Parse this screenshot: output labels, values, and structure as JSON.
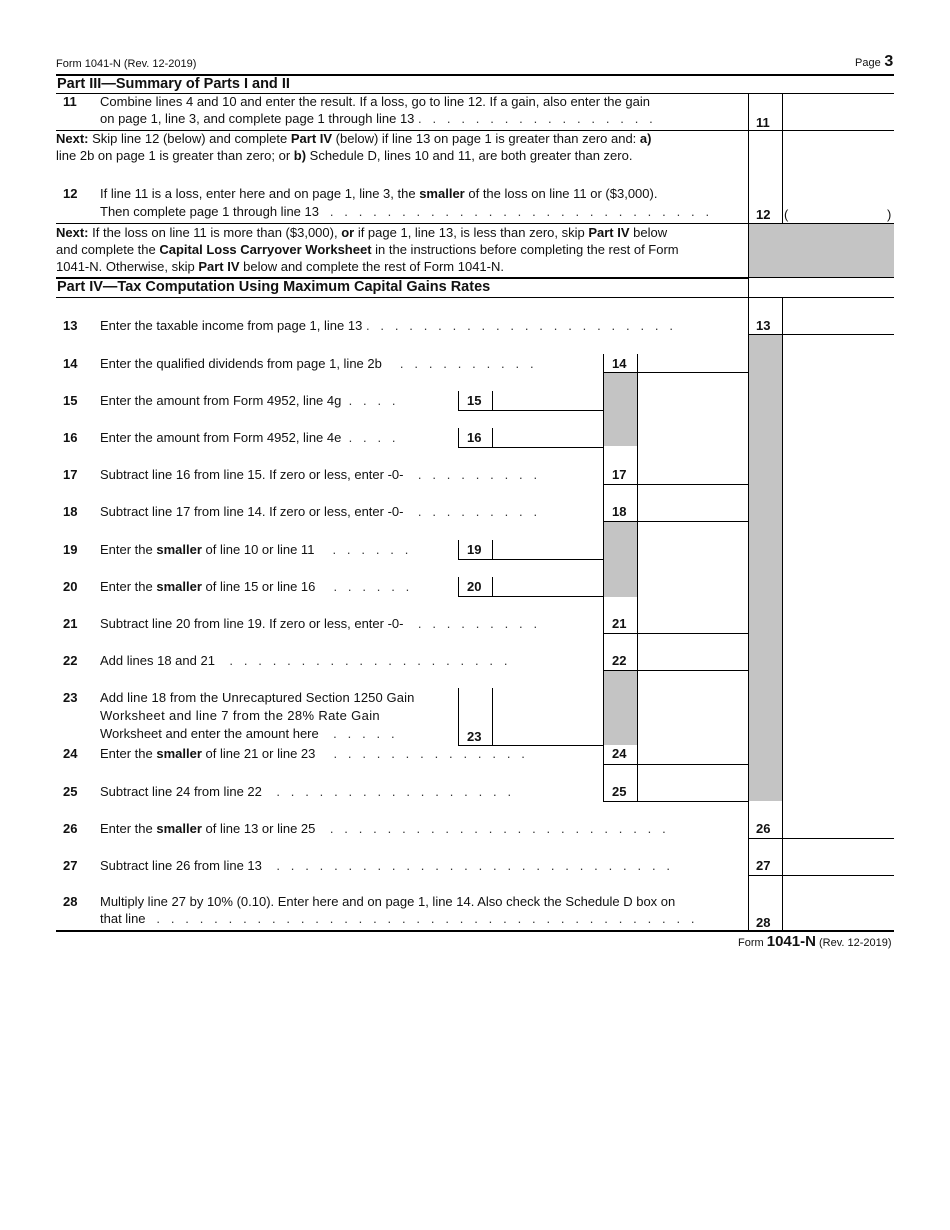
{
  "header": {
    "form_rev": "Form 1041-N (Rev. 12-2019)",
    "page_label": "Page",
    "page_num": "3"
  },
  "part3": {
    "title": "Part III—Summary of Parts I and II",
    "l11_num": "11",
    "l11_text1": "Combine lines 4 and 10 and enter the result. If a loss, go to line 12. If a gain, also enter the gain",
    "l11_text2": "on page 1, line 3, and complete page 1 through line 13",
    "l11_box": "11",
    "next1_a": "Next:",
    "next1_b": " Skip line 12 (below) and complete ",
    "next1_c": "Part IV",
    "next1_d": " (below) if line 13 on page 1 is greater than zero and: ",
    "next1_e": "a)",
    "next1_f": "line 2b on page 1 is greater than zero; or ",
    "next1_g": "b)",
    "next1_h": " Schedule D, lines 10 and 11, are both greater than zero.",
    "l12_num": "12",
    "l12_text1a": "If line 11 is a loss, enter here and on page 1, line 3, the ",
    "l12_text1b": "smaller",
    "l12_text1c": " of the loss on line 11 or ($3,000).",
    "l12_text2": "Then complete page 1 through line 13",
    "l12_box": "12",
    "paren_open": "(",
    "paren_close": ")",
    "next2_a": "Next:",
    "next2_b": " If the loss on line 11 is more than ($3,000), ",
    "next2_c": "or",
    "next2_d": " if page 1, line 13, is less than zero, skip ",
    "next2_e": "Part IV",
    "next2_f": " below",
    "next2_g": "and complete the ",
    "next2_h": "Capital Loss Carryover Worksheet",
    "next2_i": " in the instructions before completing the rest of Form",
    "next2_j": "1041-N. Otherwise, skip ",
    "next2_k": "Part IV",
    "next2_l": " below and complete the rest of Form 1041-N."
  },
  "part4": {
    "title": "Part IV—Tax Computation Using Maximum Capital Gains Rates",
    "lines": {
      "l13": {
        "num": "13",
        "text": "Enter the taxable income from page 1, line 13",
        "box": "13"
      },
      "l14": {
        "num": "14",
        "text": "Enter the qualified dividends from page 1, line 2b",
        "box": "14"
      },
      "l15": {
        "num": "15",
        "text": "Enter the amount from Form 4952, line 4g",
        "box": "15"
      },
      "l16": {
        "num": "16",
        "text": "Enter the amount from Form 4952, line 4e",
        "box": "16"
      },
      "l17": {
        "num": "17",
        "text": "Subtract line 16 from line 15. If zero or less, enter -0-",
        "box": "17"
      },
      "l18": {
        "num": "18",
        "text": "Subtract line 17 from line 14. If zero or less, enter -0-",
        "box": "18"
      },
      "l19": {
        "num": "19",
        "text_a": "Enter the ",
        "text_b": "smaller",
        "text_c": " of line 10 or line 11",
        "box": "19"
      },
      "l20": {
        "num": "20",
        "text_a": "Enter the ",
        "text_b": "smaller",
        "text_c": " of line 15 or line 16",
        "box": "20"
      },
      "l21": {
        "num": "21",
        "text": "Subtract line 20 from line 19. If zero or less, enter -0-",
        "box": "21"
      },
      "l22": {
        "num": "22",
        "text": "Add lines 18 and 21",
        "box": "22"
      },
      "l23": {
        "num": "23",
        "text1": "Add line 18 from the Unrecaptured Section 1250 Gain",
        "text2": "Worksheet and line 7 from the 28% Rate Gain",
        "text3": "Worksheet and enter the amount here",
        "box": "23"
      },
      "l24": {
        "num": "24",
        "text_a": "Enter the ",
        "text_b": "smaller",
        "text_c": " of line 21 or line 23",
        "box": "24"
      },
      "l25": {
        "num": "25",
        "text": "Subtract line 24 from line 22",
        "box": "25"
      },
      "l26": {
        "num": "26",
        "text_a": "Enter the ",
        "text_b": "smaller",
        "text_c": " of line 13 or line 25",
        "box": "26"
      },
      "l27": {
        "num": "27",
        "text": "Subtract line 26 from line 13",
        "box": "27"
      },
      "l28": {
        "num": "28",
        "text1": "Multiply line 27 by 10% (0.10). Enter here and on page 1, line 14. Also check the Schedule D box on",
        "text2": "that line",
        "box": "28"
      }
    }
  },
  "footer": {
    "form_word": "Form ",
    "form_num": "1041-N",
    "rev": " (Rev. 12-2019)"
  }
}
